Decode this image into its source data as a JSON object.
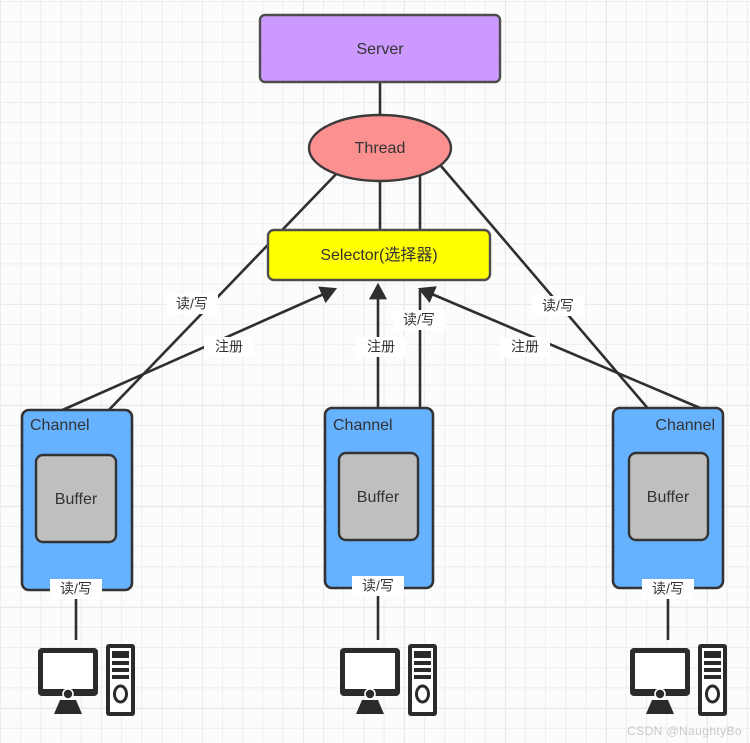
{
  "diagram": {
    "title_node": "Server",
    "nodes": {
      "server": {
        "label": "Server",
        "color": "#cc99ff",
        "border": "#4d4d4d"
      },
      "thread": {
        "label": "Thread",
        "color": "#fa9090",
        "border": "#3a3a3a"
      },
      "selector": {
        "label": "Selector(选择器)",
        "color": "#ffff00",
        "border": "#4d4d4d"
      },
      "channel_left": {
        "label": "Channel",
        "color": "#66b2ff",
        "border": "#333333"
      },
      "channel_mid": {
        "label": "Channel",
        "color": "#66b2ff",
        "border": "#333333"
      },
      "channel_right": {
        "label": "Channel",
        "color": "#66b2ff",
        "border": "#333333"
      },
      "buffer_left": {
        "label": "Buffer",
        "color": "#bfbfbf",
        "border": "#333333"
      },
      "buffer_mid": {
        "label": "Buffer",
        "color": "#bfbfbf",
        "border": "#333333"
      },
      "buffer_right": {
        "label": "Buffer",
        "color": "#bfbfbf",
        "border": "#333333"
      },
      "client_left": {
        "label": "",
        "icon": "desktop-computer-icon"
      },
      "client_mid": {
        "label": "",
        "icon": "desktop-computer-icon"
      },
      "client_right": {
        "label": "",
        "icon": "desktop-computer-icon"
      }
    },
    "edge_labels": {
      "rw_left_upper": "读/写",
      "rw_mid_upper": "读/写",
      "rw_right_upper": "读/写",
      "register_left": "注册",
      "register_mid": "注册",
      "register_right": "注册",
      "rw_left_bottom": "读/写",
      "rw_mid_bottom": "读/写",
      "rw_right_bottom": "读/写"
    },
    "watermark": "CSDN @NaughtyBo"
  }
}
